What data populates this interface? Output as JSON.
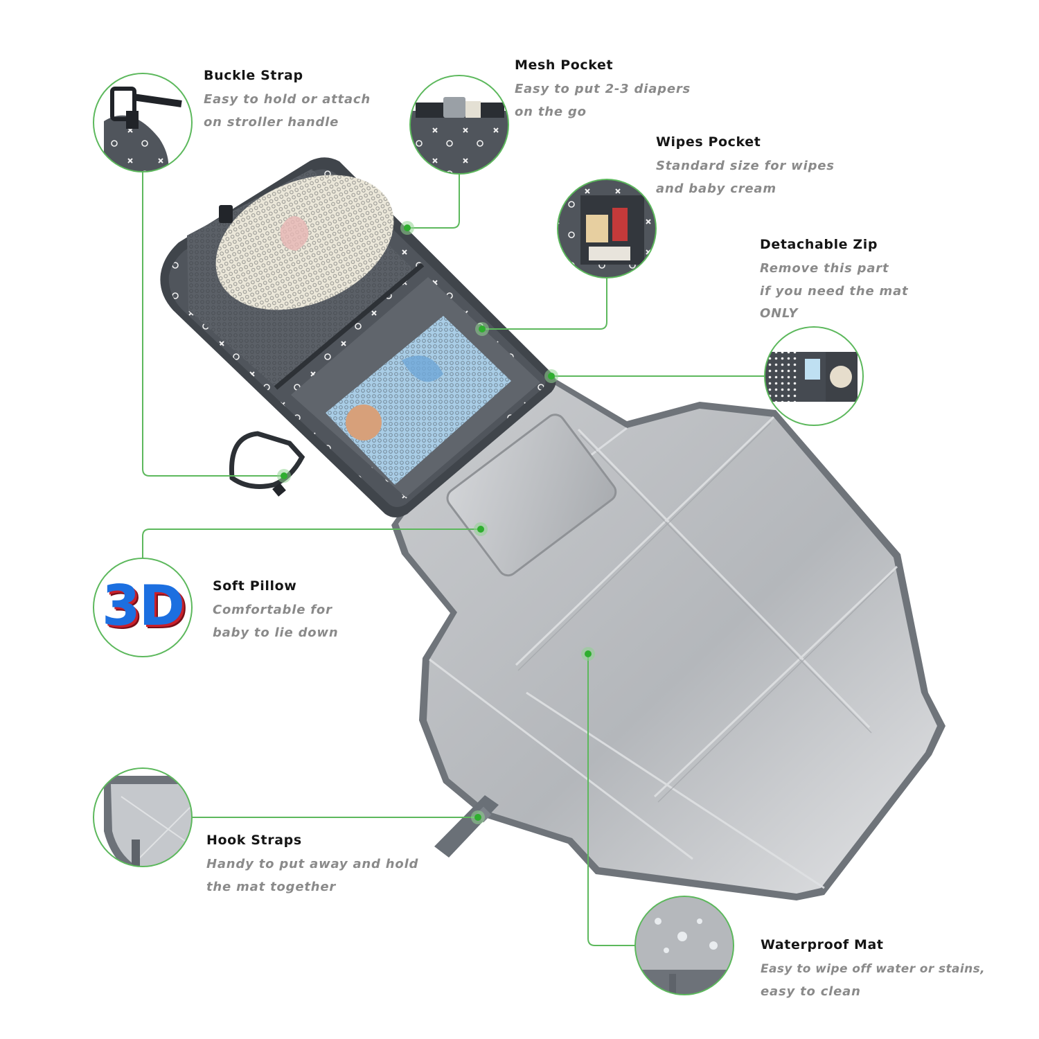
{
  "colors": {
    "accent_green": "#5cb85c",
    "callout_dot": "#3fbf3f",
    "bag_fabric": "#50555c",
    "mat_silver": "#b9bcc0",
    "binding_gray": "#6f747a",
    "title_text": "#151515",
    "description_text": "#8a8a8a"
  },
  "callouts": [
    {
      "id": "buckle-strap",
      "title": "Buckle Strap",
      "lines": [
        "Easy to hold or attach",
        "on stroller handle"
      ]
    },
    {
      "id": "mesh-pocket",
      "title": "Mesh Pocket",
      "lines": [
        "Easy to put 2-3 diapers",
        "on the go"
      ]
    },
    {
      "id": "wipes-pocket",
      "title": "Wipes Pocket",
      "lines": [
        "Standard size for wipes",
        "and baby cream"
      ]
    },
    {
      "id": "detachable-zip",
      "title": "Detachable Zip",
      "lines": [
        "Remove this part",
        "if you need the mat",
        "ONLY"
      ]
    },
    {
      "id": "soft-pillow",
      "title": "Soft Pillow",
      "lines": [
        "Comfortable for",
        "baby to lie down"
      ],
      "badge": "3D"
    },
    {
      "id": "hook-straps",
      "title": "Hook Straps",
      "lines": [
        "Handy to put away and hold",
        "the mat together"
      ]
    },
    {
      "id": "waterproof-mat",
      "title": "Waterproof Mat",
      "lines": [
        "Easy to wipe off water or stains,",
        "easy to clean"
      ]
    }
  ]
}
